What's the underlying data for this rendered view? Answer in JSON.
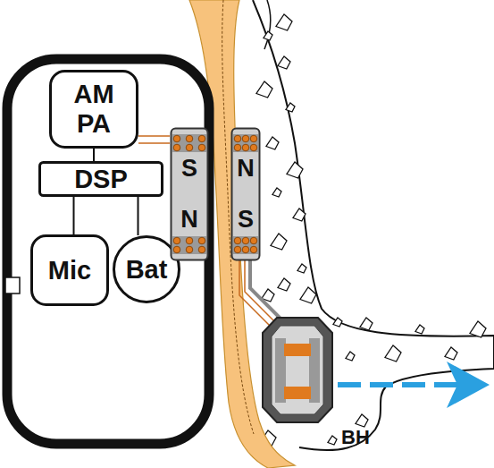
{
  "diagram": {
    "nodes": [
      {
        "text": [
          "AM PA"
        ]
      },
      {
        "text": [
          "DSP"
        ]
      },
      {
        "text": [
          "Mic"
        ]
      },
      {
        "text": [
          "Bat"
        ]
      },
      {
        "text": [
          "S N"
        ]
      },
      {
        "text": [
          "N S"
        ]
      }
    ],
    "edges": [
      {
        "from": 0,
        "to": 1,
        "arrow": "none"
      },
      {
        "from": 1,
        "to": 2,
        "arrow": "none"
      },
      {
        "from": 1,
        "to": 3,
        "arrow": "none"
      },
      {
        "from": 0,
        "to": 4,
        "arrow": "none"
      }
    ],
    "labels": [
      "BH"
    ]
  }
}
